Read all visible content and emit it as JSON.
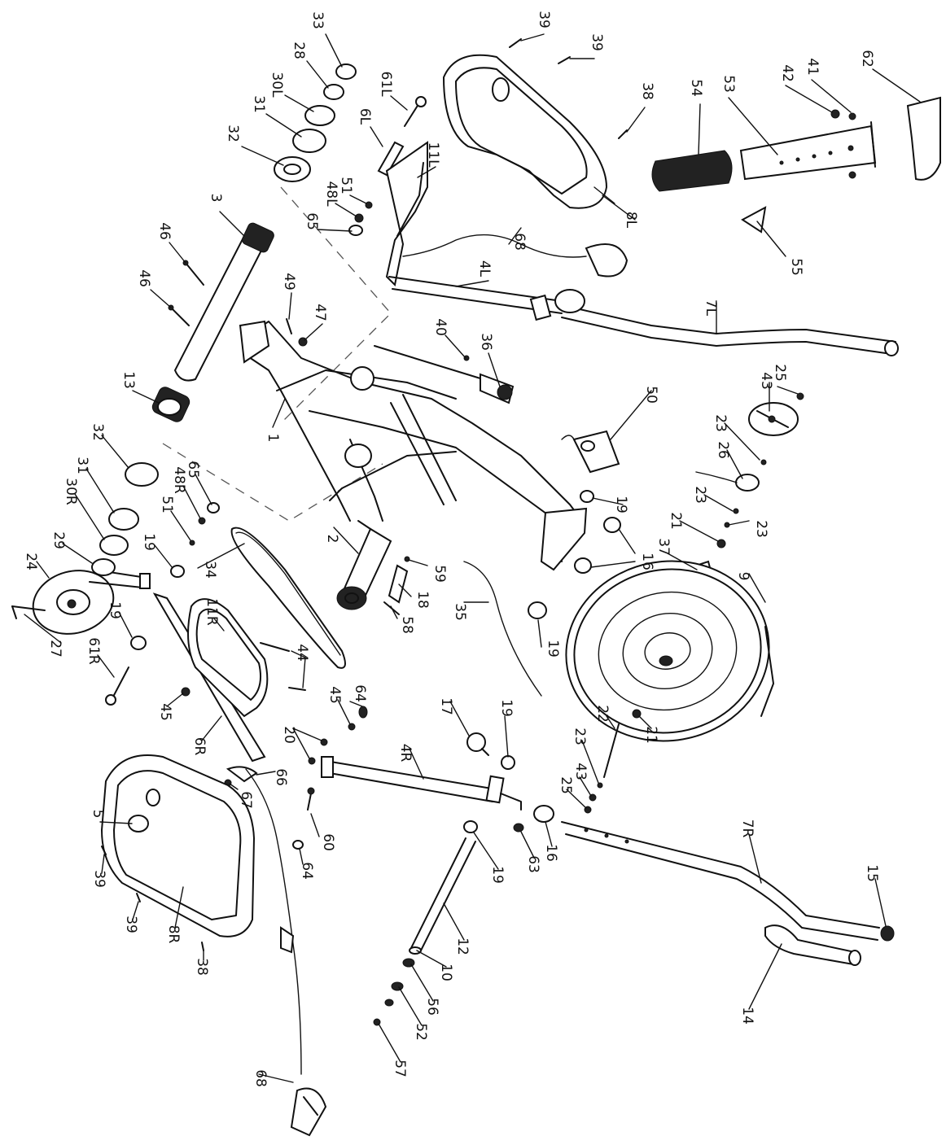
{
  "diagram": {
    "labels": [
      "1",
      "2",
      "3",
      "5",
      "9",
      "10",
      "12",
      "13",
      "14",
      "15",
      "16",
      "17",
      "18",
      "19",
      "20",
      "21",
      "22",
      "23",
      "24",
      "25",
      "26",
      "27",
      "28",
      "29",
      "30L",
      "30R",
      "31",
      "32",
      "33",
      "34",
      "35",
      "36",
      "37",
      "38",
      "39",
      "40",
      "41",
      "42",
      "43",
      "44",
      "45",
      "46",
      "47",
      "48L",
      "48R",
      "49",
      "50",
      "51",
      "52",
      "53",
      "54",
      "55",
      "56",
      "57",
      "58",
      "59",
      "60",
      "61L",
      "61R",
      "62",
      "63",
      "64",
      "65",
      "66",
      "67",
      "68",
      "4L",
      "4R",
      "6L",
      "6R",
      "7L",
      "7R",
      "8L",
      "8R",
      "11L",
      "11R"
    ]
  }
}
